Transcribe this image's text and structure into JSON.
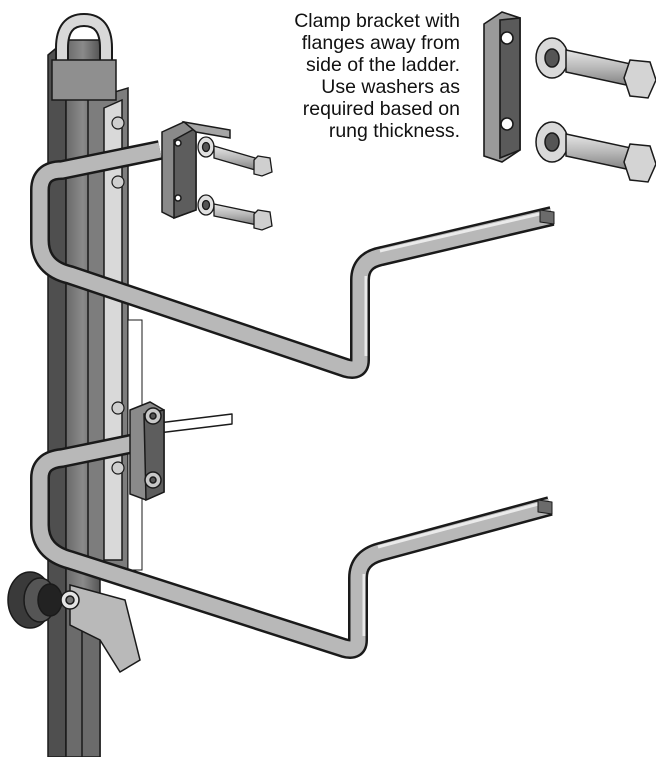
{
  "callout": {
    "lines": [
      "Clamp bracket with",
      "flanges away from",
      "side of the ladder.",
      "Use washers as",
      "required based on",
      "rung thickness."
    ]
  },
  "colors": {
    "steel_light": "#bdbdbd",
    "steel_mid": "#9a9a9a",
    "steel_dark": "#5e5e5e",
    "outline": "#1a1a1a",
    "background": "#ffffff"
  }
}
